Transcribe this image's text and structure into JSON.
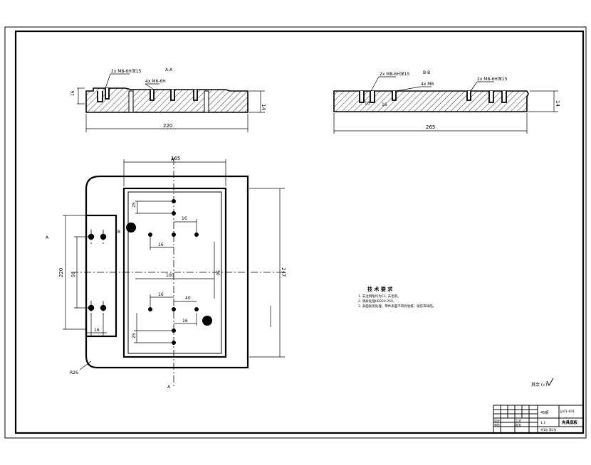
{
  "section_labels": {
    "left": "A-A",
    "right": "B-B"
  },
  "section_view_left": {
    "width_dim": "220",
    "thickness_dim": "14",
    "left_dim": "16",
    "callout_1": "2x M8-6H深15",
    "callout_2": "4x M6-6H"
  },
  "section_view_right": {
    "width_dim": "265",
    "thickness_dim": "14",
    "callout_1": "2x M8-6H深15",
    "callout_2": "4x M6",
    "callout_3": "2x M8-6H深15",
    "left_dim": "16",
    "hole_dim": "16"
  },
  "plan_view": {
    "top_width_dim": "165",
    "right_height_dim": "247",
    "left_height_dim": "220",
    "left_inner_dim": "56",
    "bottom_left_dim": "16",
    "radius_label": "R26",
    "mid_dim": "100",
    "right_inner_dim": "50",
    "upper_hole_dims": [
      "25",
      "16",
      "16"
    ],
    "lower_hole_dims": [
      "16",
      "40",
      "16",
      "25"
    ],
    "cut_marker_left": "A",
    "cut_marker_top": "A",
    "cut_marker_bottom": "A",
    "cut_marker_right": "B"
  },
  "tech_notes": {
    "title": "技 术 要 求",
    "lines": [
      "1. 未注倒角均为C1, 去毛刺。",
      "2. 调质处理HB220-250。",
      "3. 表面发黑处理，零件表面不得有划痕、碰伤等缺陷。"
    ]
  },
  "roughness_note": "其余 (√)",
  "title_block": {
    "part_name": "夹具底板",
    "material": "45钢",
    "drawing_no": "JJ-01-001",
    "scale": "1:1",
    "sheet": "共1张 第1张",
    "rows": [
      "设计",
      "审核",
      "工艺",
      "批准"
    ]
  }
}
